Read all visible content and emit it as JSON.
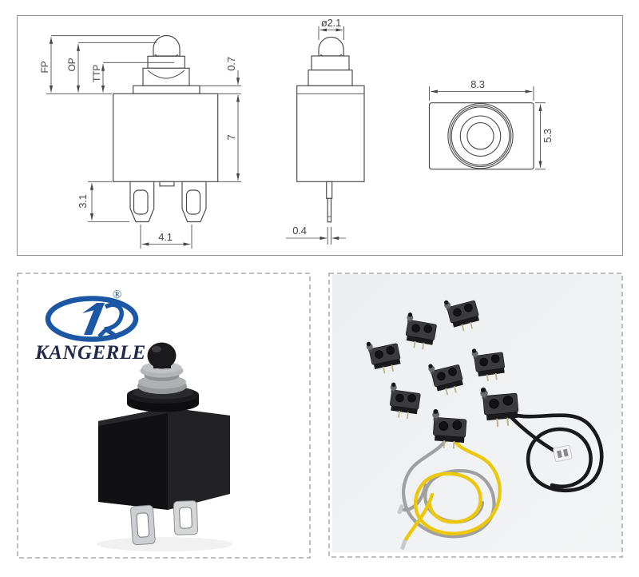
{
  "technical_drawing": {
    "line_color": "#474747",
    "front_view": {
      "name": "front view",
      "labels": {
        "free_position": "FP",
        "operating_position": "OP",
        "total_travel_position": "TTP",
        "cap_step_height": "0.7",
        "body_height": "7",
        "terminal_length": "3.1",
        "terminal_pitch": "4.1"
      }
    },
    "side_view": {
      "name": "side view",
      "labels": {
        "button_diameter": "ø2.1",
        "terminal_thickness": "0.4"
      }
    },
    "top_view": {
      "name": "top view",
      "labels": {
        "body_width": "8.3",
        "body_depth": "5.3"
      }
    }
  },
  "brand": {
    "name": "KANGERLE",
    "registered_symbol": "®",
    "logo_color": "#1b57a5",
    "name_color": "#20294a"
  },
  "photos": {
    "single_switch_alt": "black waterproof push-button micro switch",
    "group_alt": "micro switches with yellow-grey wire leads and black cable with connector",
    "photo_background": "#edeff1",
    "wire_yellow": "#ecc70a",
    "wire_grey": "#a0a0a2",
    "cable_black": "#1a1a1c"
  }
}
